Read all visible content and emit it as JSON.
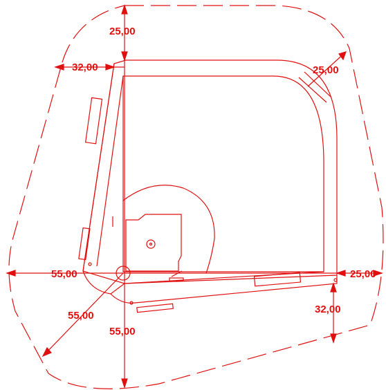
{
  "colors": {
    "line": "#e01010",
    "background": "#ffffff"
  },
  "dimensions": {
    "top_clearance": "25,00",
    "left_offset": "32,00",
    "diagonal_clearance": "25,00",
    "left_clearance": "55,00",
    "right_clearance": "25,00",
    "radial_clearance": "55,00",
    "bottom_clearance": "55,00",
    "right_offset": "32,00"
  }
}
